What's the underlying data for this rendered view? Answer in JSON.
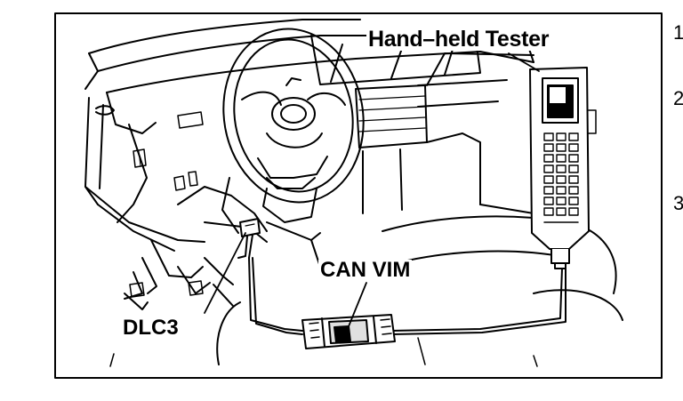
{
  "figure": {
    "labels": {
      "tester": "Hand–held Tester",
      "vim": "CAN VIM",
      "dlc": "DLC3"
    },
    "edge_step_markers": [
      "1",
      "2",
      "3"
    ]
  }
}
